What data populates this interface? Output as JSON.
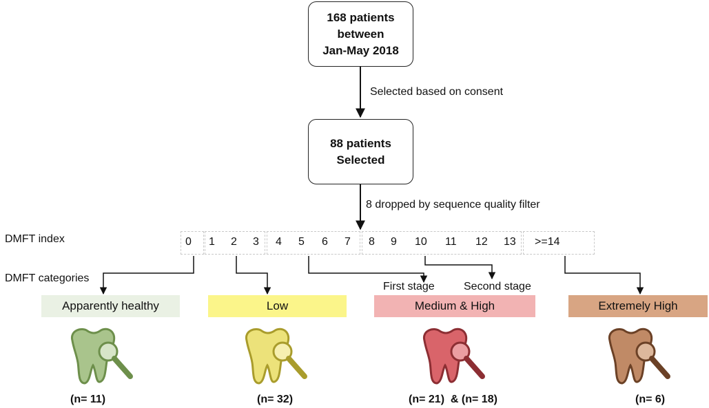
{
  "boxes": {
    "initial": "168 patients\nbetween\nJan-May 2018",
    "selected": "88 patients\nSelected"
  },
  "edges": {
    "consent": "Selected based on consent",
    "dropped": "8 dropped by sequence quality filter"
  },
  "dmft_index_label": "DMFT index",
  "dmft_categories_label": "DMFT categories",
  "index_values": [
    "0",
    "1",
    "2",
    "3",
    "4",
    "5",
    "6",
    "7",
    "8",
    "9",
    "10",
    "11",
    "12",
    "13",
    ">=14"
  ],
  "stages": {
    "first": "First stage",
    "second": "Second stage"
  },
  "categories": [
    {
      "label": "Apparently healthy",
      "color": "#eaf1e4",
      "tooth_color": "#a9c48c",
      "tooth_stroke": "#6d8f4b",
      "n": "(n= 11)"
    },
    {
      "label": "Low",
      "color": "#fbf58a",
      "tooth_color": "#ece27a",
      "tooth_stroke": "#a99c2c",
      "n": "(n= 32)"
    },
    {
      "label": "Medium & High",
      "color": "#f2b3b3",
      "tooth_color": "#d9646a",
      "tooth_stroke": "#8c2e33",
      "n": "(n= 21)  & (n= 18)"
    },
    {
      "label": "Extremely High",
      "color": "#d8a583",
      "tooth_color": "#c08a66",
      "tooth_stroke": "#6b4126",
      "n": "(n= 6)"
    }
  ]
}
